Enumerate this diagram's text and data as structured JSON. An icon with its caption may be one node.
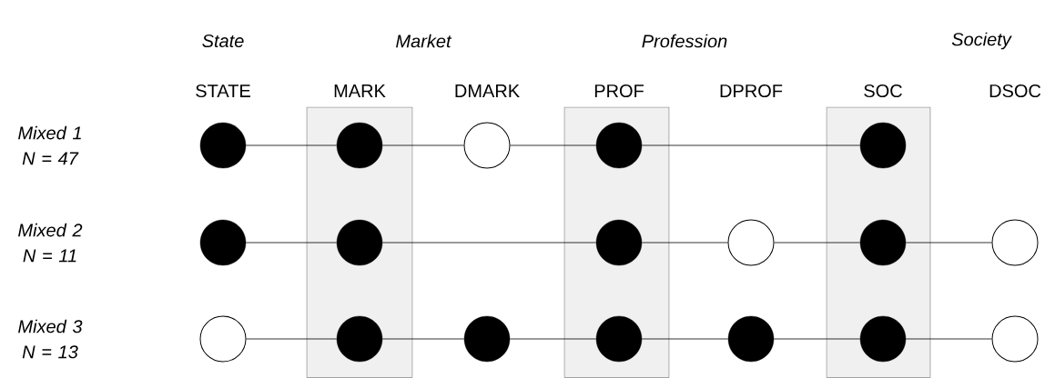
{
  "diagram": {
    "nodes": [
      {
        "text": [],
        "shape": "dot"
      },
      {
        "text": [],
        "shape": "dot"
      },
      {
        "text": [],
        "shape": "circle"
      },
      {
        "text": [],
        "shape": "dot"
      },
      {
        "text": [],
        "shape": "dot"
      },
      {
        "text": [],
        "shape": "dot"
      },
      {
        "text": [],
        "shape": "dot"
      },
      {
        "text": [],
        "shape": "dot"
      },
      {
        "text": [],
        "shape": "circle"
      },
      {
        "text": [],
        "shape": "dot"
      },
      {
        "text": [],
        "shape": "circle"
      },
      {
        "text": [],
        "shape": "circle"
      },
      {
        "text": [],
        "shape": "dot"
      },
      {
        "text": [],
        "shape": "dot"
      },
      {
        "text": [],
        "shape": "dot"
      },
      {
        "text": [],
        "shape": "dot"
      },
      {
        "text": [],
        "shape": "dot"
      },
      {
        "text": [],
        "shape": "circle"
      }
    ],
    "edges": [
      {
        "from": 0,
        "to": 1,
        "arrow": "none"
      },
      {
        "from": 1,
        "to": 2,
        "arrow": "none"
      },
      {
        "from": 2,
        "to": 3,
        "arrow": "none"
      },
      {
        "from": 3,
        "to": 4,
        "arrow": "none"
      },
      {
        "from": 5,
        "to": 6,
        "arrow": "none"
      },
      {
        "from": 6,
        "to": 7,
        "arrow": "none"
      },
      {
        "from": 7,
        "to": 8,
        "arrow": "none"
      },
      {
        "from": 8,
        "to": 9,
        "arrow": "none"
      },
      {
        "from": 9,
        "to": 10,
        "arrow": "none"
      },
      {
        "from": 11,
        "to": 12,
        "arrow": "none"
      },
      {
        "from": 12,
        "to": 13,
        "arrow": "none"
      },
      {
        "from": 13,
        "to": 14,
        "arrow": "none"
      },
      {
        "from": 14,
        "to": 15,
        "arrow": "none"
      },
      {
        "from": 15,
        "to": 16,
        "arrow": "none"
      },
      {
        "from": 16,
        "to": 17,
        "arrow": "none"
      }
    ],
    "labels": [
      "State",
      "Market",
      "Profession",
      "Society",
      "STATE",
      "MARK",
      "DMARK",
      "PROF",
      "DPROF",
      "SOC",
      "DSOC",
      "Mixed 1 N = 47",
      "Mixed 2 N = 11",
      "Mixed 3 N = 13"
    ]
  }
}
